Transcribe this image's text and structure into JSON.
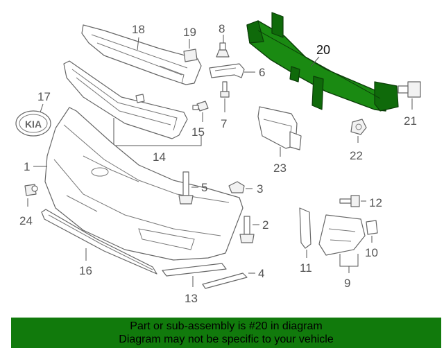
{
  "callouts": {
    "c1": "1",
    "c2": "2",
    "c3": "3",
    "c4": "4",
    "c5": "5",
    "c6": "6",
    "c7": "7",
    "c8": "8",
    "c9": "9",
    "c10": "10",
    "c11": "11",
    "c12": "12",
    "c13": "13",
    "c14": "14",
    "c15": "15",
    "c16": "16",
    "c17": "17",
    "c18": "18",
    "c19": "19",
    "c20": "20",
    "c21": "21",
    "c22": "22",
    "c23": "23",
    "c24": "24"
  },
  "highlight": {
    "part": "20",
    "color": "#1a8a12"
  },
  "emblem_text": "KIA",
  "banner": {
    "line1": "Part or sub-assembly is #20 in diagram",
    "line2": "Diagram may not be specific to your vehicle",
    "bg_color": "#117a0c"
  }
}
